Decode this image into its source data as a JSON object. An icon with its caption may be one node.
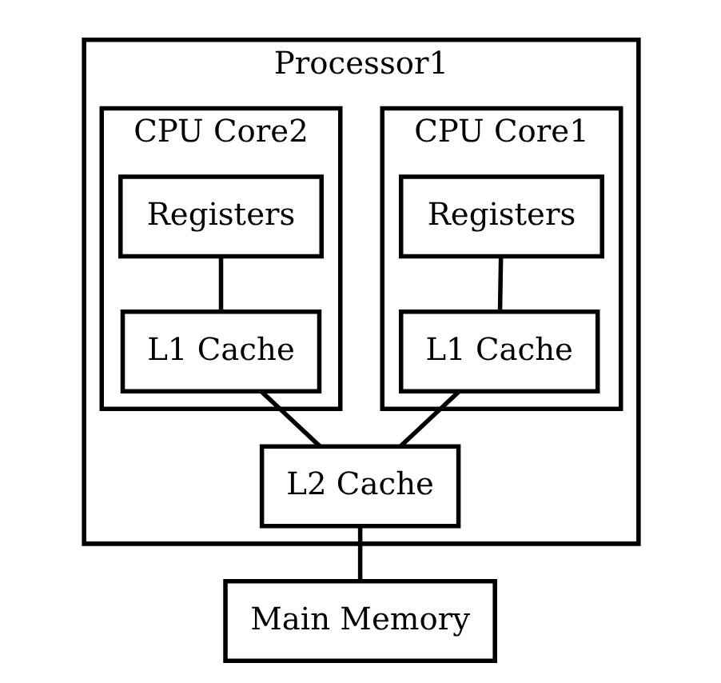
{
  "diagram": {
    "nodes": [
      {
        "text": [
          "Processor1"
        ]
      },
      {
        "text": [
          "CPU Core1"
        ],
        "in": 0
      },
      {
        "text": [
          "Registers"
        ],
        "in": 1
      },
      {
        "text": [
          "L1 Cache"
        ],
        "in": 1
      },
      {
        "text": [
          "CPU Core2"
        ],
        "in": 0
      },
      {
        "text": [
          "Registers"
        ],
        "in": 4
      },
      {
        "text": [
          "L1 Cache"
        ],
        "in": 4
      },
      {
        "text": [
          "L2 Cache"
        ],
        "in": 0
      },
      {
        "text": [
          "Main Memory"
        ]
      }
    ],
    "edges": [
      {
        "from": 2,
        "to": 3,
        "arrow": "none"
      },
      {
        "from": 3,
        "to": 7,
        "arrow": "none"
      },
      {
        "from": 5,
        "to": 6,
        "arrow": "none"
      },
      {
        "from": 6,
        "to": 7,
        "arrow": "none"
      },
      {
        "from": 7,
        "to": 8,
        "arrow": "none"
      }
    ]
  }
}
